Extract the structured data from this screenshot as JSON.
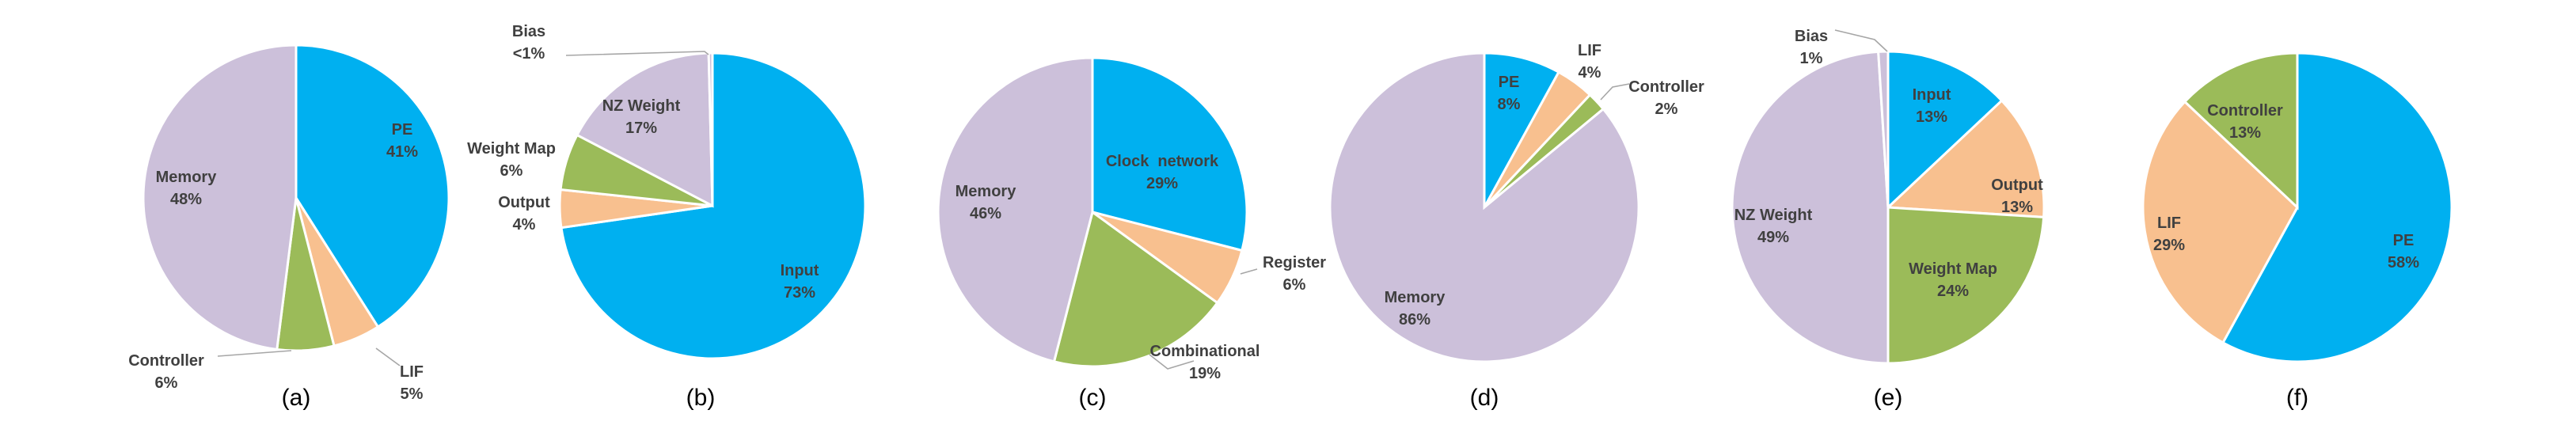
{
  "colors": {
    "blue": "#00b0f0",
    "peach": "#f8c08f",
    "green": "#9bbb59",
    "lavender": "#ccc0da",
    "text": "#404040"
  },
  "chart_data": [
    {
      "type": "pie",
      "caption": "(a)",
      "slices": [
        {
          "label": "PE",
          "pct_label": "41%",
          "value": 41,
          "color": "#00b0f0"
        },
        {
          "label": "LIF",
          "pct_label": "5%",
          "value": 5,
          "color": "#f8c08f"
        },
        {
          "label": "Controller",
          "pct_label": "6%",
          "value": 6,
          "color": "#9bbb59"
        },
        {
          "label": "Memory",
          "pct_label": "48%",
          "value": 48,
          "color": "#ccc0da"
        }
      ]
    },
    {
      "type": "pie",
      "caption": "(b)",
      "slices": [
        {
          "label": "Input",
          "pct_label": "73%",
          "value": 73,
          "color": "#00b0f0"
        },
        {
          "label": "Output",
          "pct_label": "4%",
          "value": 4,
          "color": "#f8c08f"
        },
        {
          "label": "Weight Map",
          "pct_label": "6%",
          "value": 6,
          "color": "#9bbb59"
        },
        {
          "label": "NZ Weight",
          "pct_label": "17%",
          "value": 17,
          "color": "#ccc0da"
        },
        {
          "label": "Bias",
          "pct_label": "<1%",
          "value": 0.4,
          "color": "#ccc0da"
        }
      ]
    },
    {
      "type": "pie",
      "caption": "(c)",
      "slices": [
        {
          "label": "Clock  network",
          "pct_label": "29%",
          "value": 29,
          "color": "#00b0f0"
        },
        {
          "label": "Register",
          "pct_label": "6%",
          "value": 6,
          "color": "#f8c08f"
        },
        {
          "label": "Combinational",
          "pct_label": "19%",
          "value": 19,
          "color": "#9bbb59"
        },
        {
          "label": "Memory",
          "pct_label": "46%",
          "value": 46,
          "color": "#ccc0da"
        }
      ]
    },
    {
      "type": "pie",
      "caption": "(d)",
      "slices": [
        {
          "label": "PE",
          "pct_label": "8%",
          "value": 8,
          "color": "#00b0f0"
        },
        {
          "label": "LIF",
          "pct_label": "4%",
          "value": 4,
          "color": "#f8c08f"
        },
        {
          "label": "Controller",
          "pct_label": "2%",
          "value": 2,
          "color": "#9bbb59"
        },
        {
          "label": "Memory",
          "pct_label": "86%",
          "value": 86,
          "color": "#ccc0da"
        }
      ]
    },
    {
      "type": "pie",
      "caption": "(e)",
      "slices": [
        {
          "label": "Input",
          "pct_label": "13%",
          "value": 13,
          "color": "#00b0f0"
        },
        {
          "label": "Output",
          "pct_label": "13%",
          "value": 13,
          "color": "#f8c08f"
        },
        {
          "label": "Weight Map",
          "pct_label": "24%",
          "value": 24,
          "color": "#9bbb59"
        },
        {
          "label": "NZ Weight",
          "pct_label": "49%",
          "value": 49,
          "color": "#ccc0da"
        },
        {
          "label": "Bias",
          "pct_label": "1%",
          "value": 1,
          "color": "#ccc0da"
        }
      ]
    },
    {
      "type": "pie",
      "caption": "(f)",
      "slices": [
        {
          "label": "PE",
          "pct_label": "58%",
          "value": 58,
          "color": "#00b0f0"
        },
        {
          "label": "LIF",
          "pct_label": "29%",
          "value": 29,
          "color": "#f8c08f"
        },
        {
          "label": "Controller",
          "pct_label": "13%",
          "value": 13,
          "color": "#9bbb59"
        }
      ]
    }
  ]
}
